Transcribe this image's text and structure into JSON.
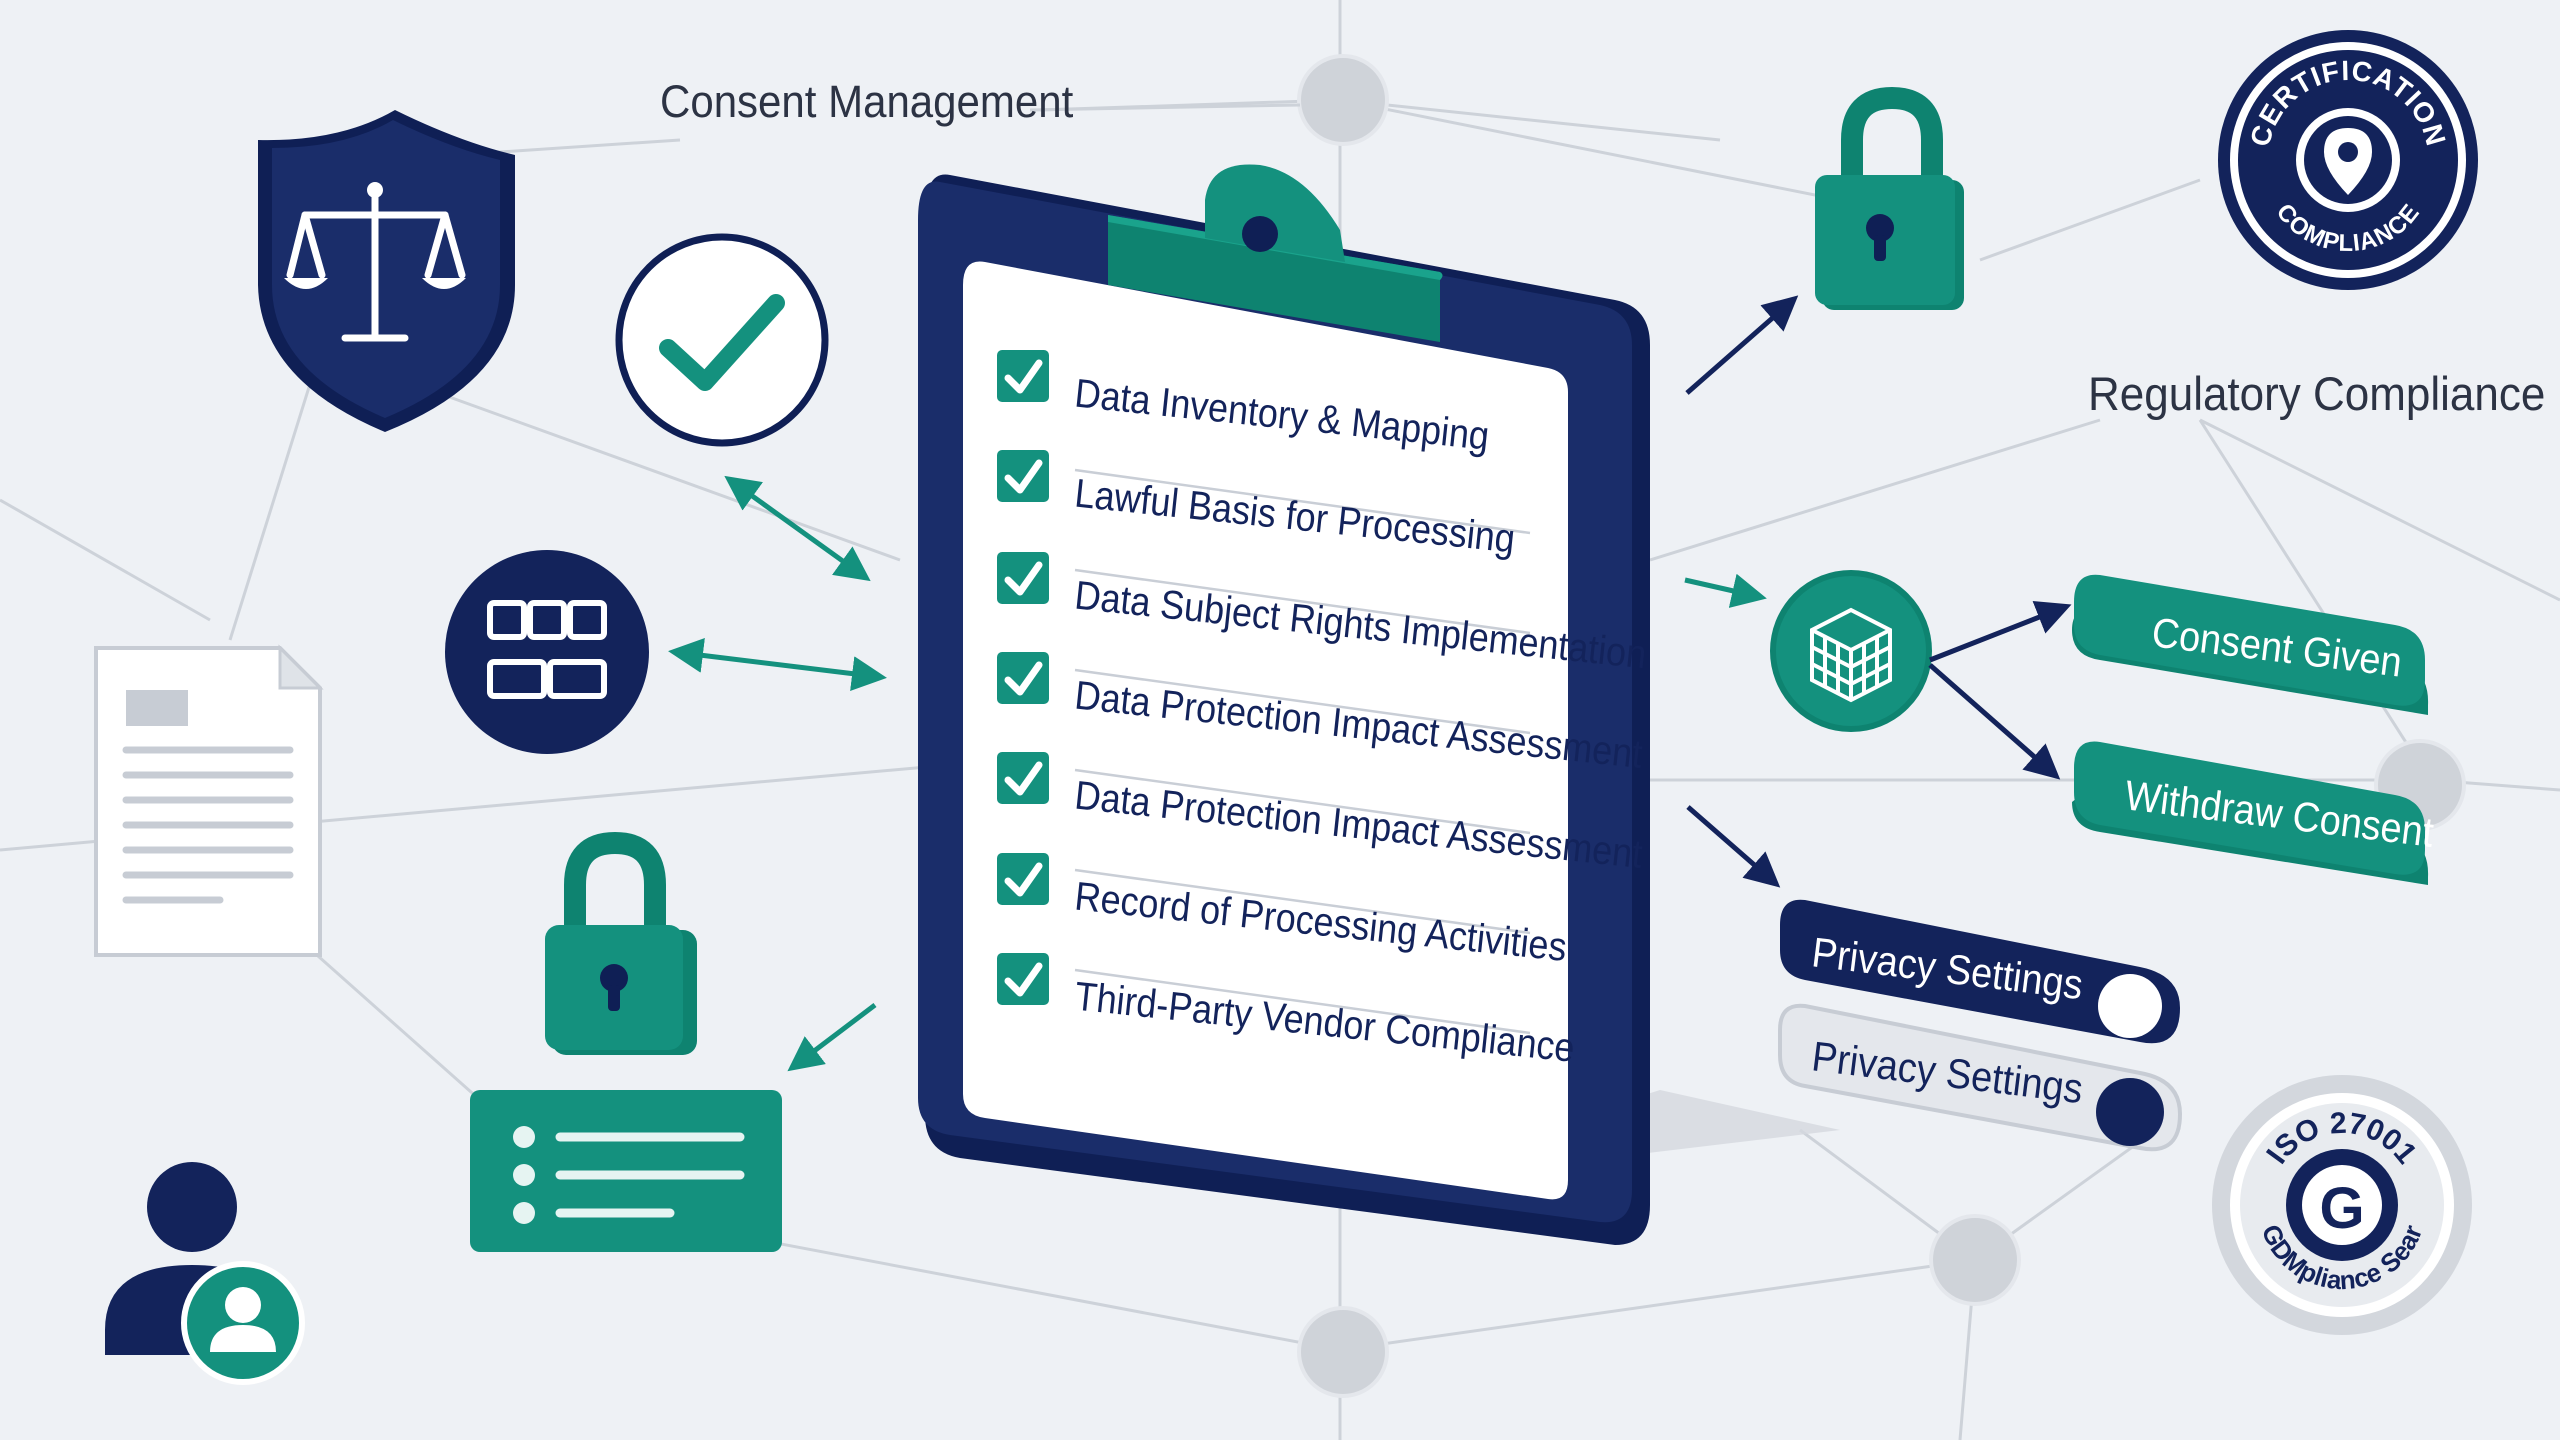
{
  "labels": {
    "consent_management": "Consent Management",
    "regulatory_compliance": "Regulatory Compliance"
  },
  "checklist": [
    "Data Inventory & Mapping",
    "Lawful Basis for Processing",
    "Data Subject Rights Implementation",
    "Data Protection Impact Assessment",
    "Data Protection Impact Assessment",
    "Record of Processing Activities",
    "Third-Party Vendor Compliance"
  ],
  "buttons": {
    "consent_given": "Consent Given",
    "withdraw_consent": "Withdraw Consent",
    "privacy_settings_on": "Privacy Settings",
    "privacy_settings_off": "Privacy Settings"
  },
  "badges": {
    "certification_top": "CERTIFICATION",
    "certification_bottom": "COMPLIANCE",
    "iso_top": "ISO 27001",
    "iso_bottom": "GDMpliance Sear",
    "iso_letter": "G"
  },
  "colors": {
    "navy": "#13235b",
    "teal": "#14917e",
    "background": "#eef1f5",
    "node_gray": "#cfd3d9"
  },
  "icons": [
    "scales-shield-icon",
    "checkmark-circle-icon",
    "grid-circle-icon",
    "document-icon",
    "lock-icon",
    "list-card-icon",
    "user-icon",
    "cube-circle-icon",
    "certification-badge-icon",
    "iso-seal-icon"
  ]
}
